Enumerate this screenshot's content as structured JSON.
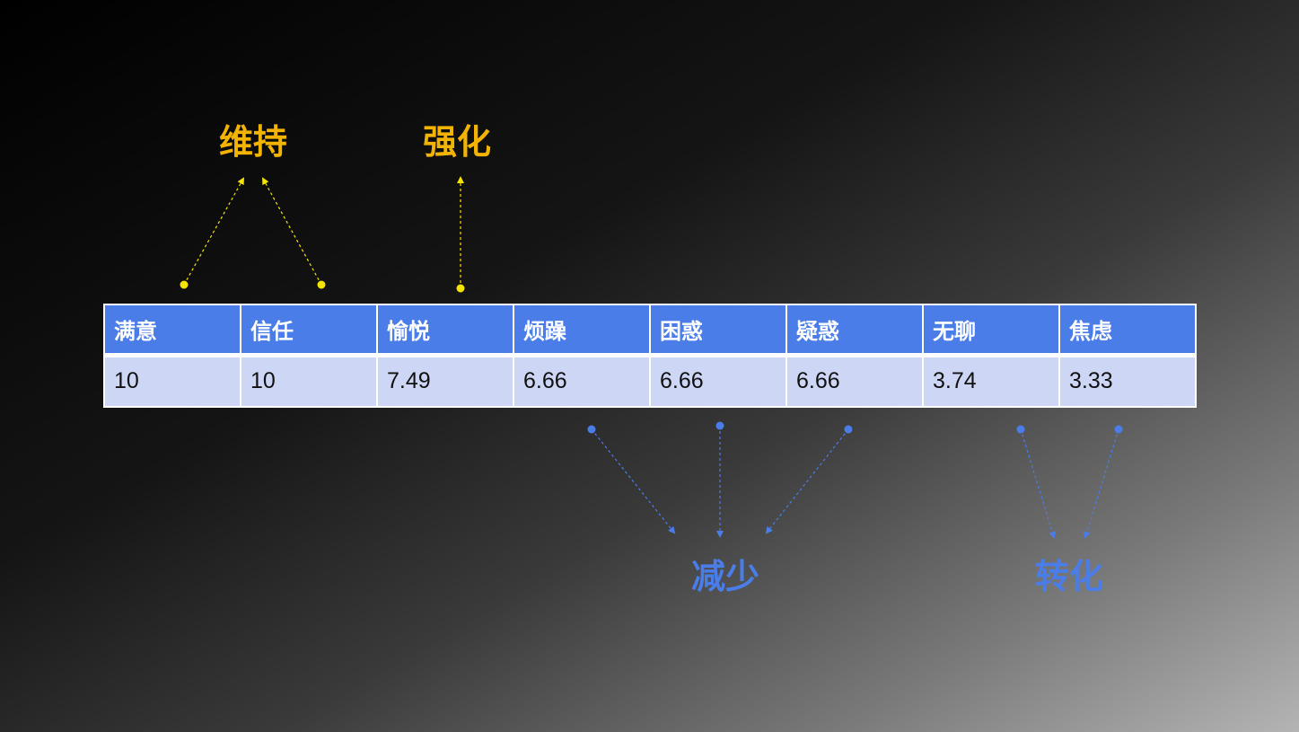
{
  "labels": {
    "maintain": "维持",
    "strengthen": "强化",
    "reduce": "减少",
    "transform": "转化"
  },
  "table": {
    "headers": [
      "满意",
      "信任",
      "愉悦",
      "烦躁",
      "困惑",
      "疑惑",
      "无聊",
      "焦虑"
    ],
    "values": [
      "10",
      "10",
      "7.49",
      "6.66",
      "6.66",
      "6.66",
      "3.74",
      "3.33"
    ]
  },
  "colors": {
    "positive": "#f2b400",
    "negative": "#4a7de8",
    "header_bg": "#4a7de8",
    "cell_bg": "#cdd6f4",
    "connector_yellow": "#f5e400",
    "connector_blue": "#4a7de8"
  },
  "groups": [
    {
      "label": "维持",
      "emotions": [
        "满意",
        "信任"
      ]
    },
    {
      "label": "强化",
      "emotions": [
        "愉悦"
      ]
    },
    {
      "label": "减少",
      "emotions": [
        "烦躁",
        "困惑",
        "疑惑"
      ]
    },
    {
      "label": "转化",
      "emotions": [
        "无聊",
        "焦虑"
      ]
    }
  ]
}
